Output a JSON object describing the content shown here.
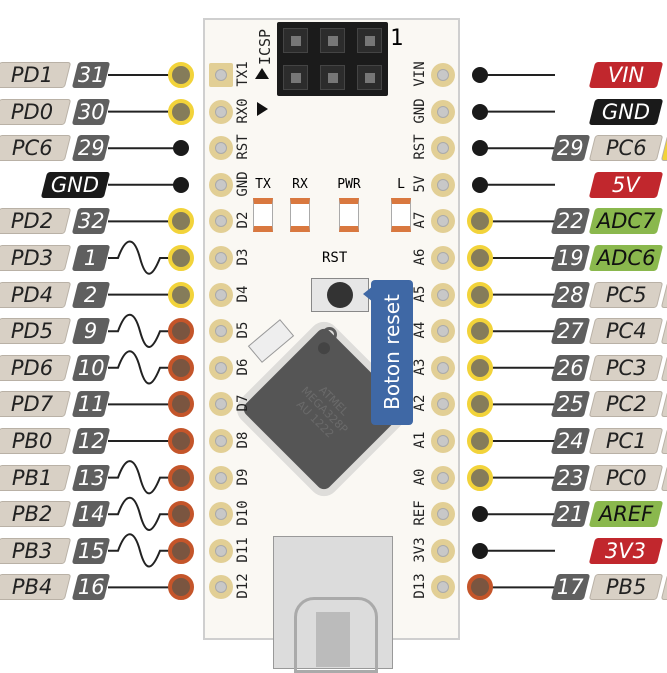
{
  "colors": {
    "digital_pin": "#f2d33a",
    "pwm_pin": "#c4552a",
    "power": "#c1272d",
    "ground": "#1a1a1a",
    "analog": "#8ab84d",
    "port": "#d8d0c5",
    "pin_number": "#5f5f5f",
    "callout": "#3f68a5"
  },
  "board": {
    "icsp_label": "ICSP",
    "icsp_pin1": "1",
    "leds": [
      "TX",
      "RX",
      "PWR",
      "L"
    ],
    "reset_label": "RST",
    "callout": "Boton reset",
    "chip_text": [
      "ATMEL",
      "MEGA328P",
      "AU 1222"
    ]
  },
  "left_pins": [
    {
      "board": "TX1",
      "num": "31",
      "port": "PD1",
      "type": "digital"
    },
    {
      "board": "RX0",
      "num": "30",
      "port": "PD0",
      "type": "digital"
    },
    {
      "board": "RST",
      "num": "29",
      "port": "PC6",
      "type": "none"
    },
    {
      "board": "GND",
      "num": "",
      "port": "GND",
      "type": "none",
      "kind": "gnd"
    },
    {
      "board": "D2",
      "num": "32",
      "port": "PD2",
      "type": "digital"
    },
    {
      "board": "D3",
      "num": "1",
      "port": "PD3",
      "type": "digital",
      "pwm": true
    },
    {
      "board": "D4",
      "num": "2",
      "port": "PD4",
      "type": "digital"
    },
    {
      "board": "D5",
      "num": "9",
      "port": "PD5",
      "type": "pwm",
      "pwm": true
    },
    {
      "board": "D6",
      "num": "10",
      "port": "PD6",
      "type": "pwm",
      "pwm": true
    },
    {
      "board": "D7",
      "num": "11",
      "port": "PD7",
      "type": "pwm"
    },
    {
      "board": "D8",
      "num": "12",
      "port": "PB0",
      "type": "pwm"
    },
    {
      "board": "D9",
      "num": "13",
      "port": "PB1",
      "type": "pwm",
      "pwm": true
    },
    {
      "board": "D10",
      "num": "14",
      "port": "PB2",
      "type": "pwm",
      "pwm": true
    },
    {
      "board": "D11",
      "num": "15",
      "port": "PB3",
      "type": "pwm",
      "pwm": true
    },
    {
      "board": "D12",
      "num": "16",
      "port": "PB4",
      "type": "pwm"
    }
  ],
  "right_pins": [
    {
      "board": "VIN",
      "num": "",
      "port": "VIN",
      "type": "none",
      "kind": "pwr"
    },
    {
      "board": "GND",
      "num": "",
      "port": "GND",
      "type": "none",
      "kind": "gnd"
    },
    {
      "board": "RST",
      "num": "29",
      "port": "PC6",
      "type": "none"
    },
    {
      "board": "5V",
      "num": "",
      "port": "5V",
      "type": "none",
      "kind": "pwr"
    },
    {
      "board": "A7",
      "num": "22",
      "port": "ADC7",
      "type": "digital",
      "kind": "ana"
    },
    {
      "board": "A6",
      "num": "19",
      "port": "ADC6",
      "type": "digital",
      "kind": "ana"
    },
    {
      "board": "A5",
      "num": "28",
      "port": "PC5",
      "type": "digital"
    },
    {
      "board": "A4",
      "num": "27",
      "port": "PC4",
      "type": "digital"
    },
    {
      "board": "A3",
      "num": "26",
      "port": "PC3",
      "type": "digital"
    },
    {
      "board": "A2",
      "num": "25",
      "port": "PC2",
      "type": "digital"
    },
    {
      "board": "A1",
      "num": "24",
      "port": "PC1",
      "type": "digital"
    },
    {
      "board": "A0",
      "num": "23",
      "port": "PC0",
      "type": "digital"
    },
    {
      "board": "REF",
      "num": "21",
      "port": "AREF",
      "type": "none",
      "kind": "ana"
    },
    {
      "board": "3V3",
      "num": "",
      "port": "3V3",
      "type": "none",
      "kind": "pwr"
    },
    {
      "board": "D13",
      "num": "17",
      "port": "PB5",
      "type": "pwm"
    }
  ]
}
